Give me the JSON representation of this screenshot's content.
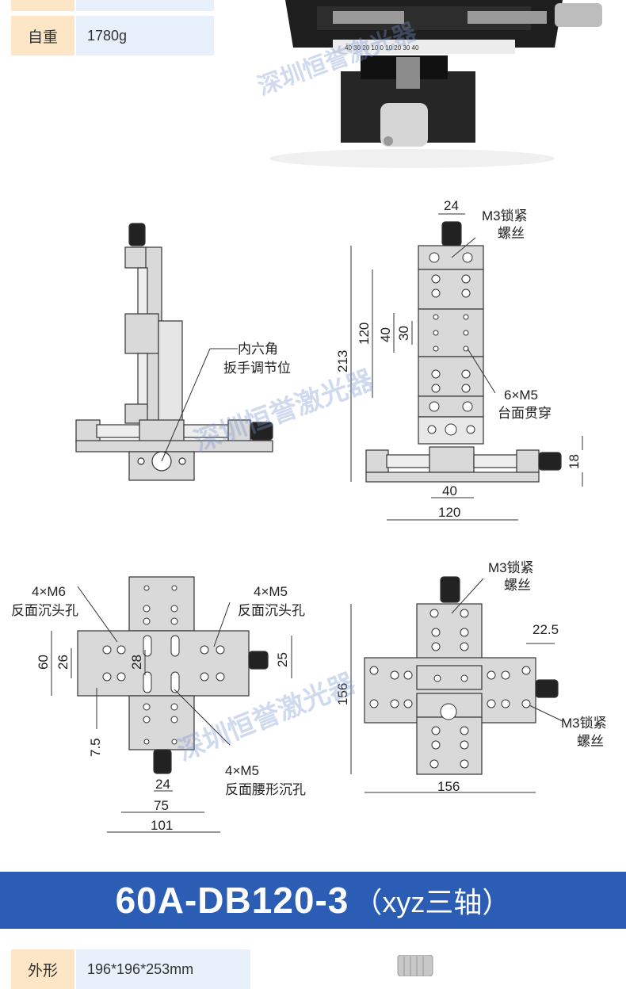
{
  "specs_top": [
    {
      "key": "自重",
      "value": "1780g"
    }
  ],
  "watermark": "深圳恒誉激光器",
  "drawing1": {
    "hex_wrench_label": [
      "内六角",
      "扳手调节位"
    ],
    "lock_screw_label": [
      "M3锁紧",
      "螺丝"
    ],
    "tapped_holes_label": [
      "6×M5",
      "台面贯穿"
    ],
    "dims": {
      "d24": "24",
      "d213": "213",
      "d120v": "120",
      "d40": "40",
      "d30": "30",
      "d18": "18",
      "d40h": "40",
      "d120h": "120"
    }
  },
  "drawing2": {
    "m6_label": [
      "4×M6",
      "反面沉头孔"
    ],
    "m5_label": [
      "4×M5",
      "反面沉头孔"
    ],
    "slot_label": [
      "4×M5",
      "反面腰形沉孔"
    ],
    "dims": {
      "d60": "60",
      "d26": "26",
      "d28": "28",
      "d25": "25",
      "d7_5": "7.5",
      "d24": "24",
      "d75": "75",
      "d101": "101"
    }
  },
  "drawing3": {
    "lock_top_label": [
      "M3锁紧",
      "螺丝"
    ],
    "lock_right_label": [
      "M3锁紧",
      "螺丝"
    ],
    "dims": {
      "d22_5": "22.5",
      "d156v": "156",
      "d156h": "156"
    }
  },
  "title": {
    "model": "60A-DB120-3",
    "suffix": "（xyz三轴）"
  },
  "specs_bottom": [
    {
      "key": "外形",
      "value": "196*196*253mm"
    }
  ],
  "colors": {
    "title_bg": "#2a5db3",
    "key_bg": "#fde6c6",
    "val_bg": "#e7f0fb"
  }
}
